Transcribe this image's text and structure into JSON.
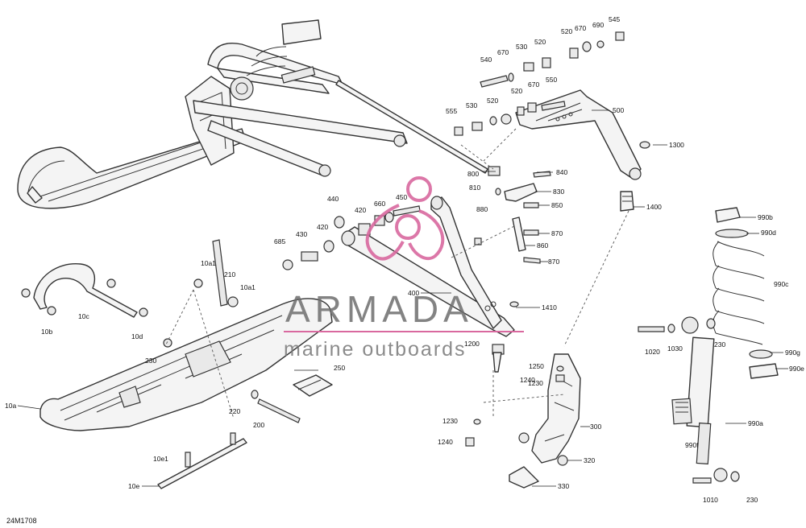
{
  "diagram_code": "24M1708",
  "watermark": {
    "brand": "ARMADA",
    "tagline": "marine outboards",
    "accent_color": "#d9699f"
  },
  "callouts": {
    "p545": "545",
    "p690": "690",
    "p520a": "520",
    "p670a": "670",
    "p520b": "520",
    "p530a": "530",
    "p670b": "670",
    "p540": "540",
    "p550": "550",
    "p670c": "670",
    "p520c": "520",
    "p555": "555",
    "p530b": "530",
    "p520d": "520",
    "p500": "500",
    "p1300": "1300",
    "p800": "800",
    "p810": "810",
    "p840": "840",
    "p830": "830",
    "p850": "850",
    "p880": "880",
    "p870a": "870",
    "p860": "860",
    "p870b": "870",
    "p1400": "1400",
    "p440": "440",
    "p450": "450",
    "p660": "660",
    "p420a": "420",
    "p420b": "420",
    "p430": "430",
    "p685": "685",
    "p400": "400",
    "p1410": "1410",
    "p10a1a": "10a1",
    "p210": "210",
    "p10a1b": "10a1",
    "p10c": "10c",
    "p10b": "10b",
    "p10d": "10d",
    "p230a": "230",
    "p10a": "10a",
    "p250": "250",
    "p220": "220",
    "p200": "200",
    "p10e1": "10e1",
    "p10e": "10e",
    "p1200": "1200",
    "p1250": "1250",
    "p1230a": "1230",
    "p1240a": "1240",
    "p300": "300",
    "p1230b": "1230",
    "p1240b": "1240",
    "p320": "320",
    "p330": "330",
    "p990b": "990b",
    "p990d": "990d",
    "p990c": "990c",
    "p990g": "990g",
    "p990e": "990e",
    "p1020": "1020",
    "p1030": "1030",
    "p230b": "230",
    "p990a": "990a",
    "p990f": "990f",
    "p1010": "1010",
    "p230c": "230"
  }
}
